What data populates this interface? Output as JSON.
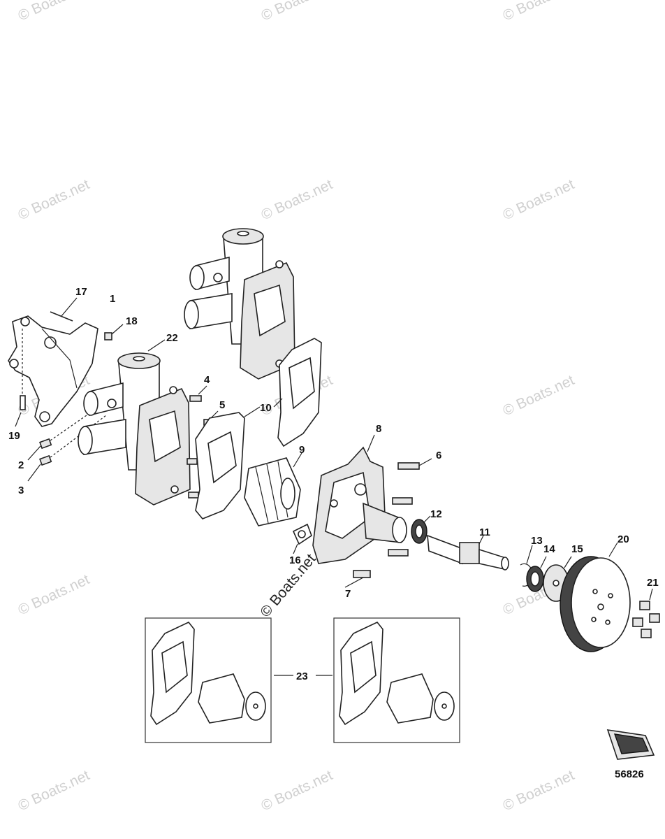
{
  "watermarks": {
    "text": "© Boats.net",
    "overlay_text": "© Boats.net"
  },
  "callouts": {
    "c1": "1",
    "c2": "2",
    "c3": "3",
    "c4": "4",
    "c5": "5",
    "c6": "6",
    "c7": "7",
    "c8": "8",
    "c9": "9",
    "c10": "10",
    "c11": "11",
    "c12": "12",
    "c13": "13",
    "c14": "14",
    "c15": "15",
    "c16": "16",
    "c17": "17",
    "c18": "18",
    "c19": "19",
    "c20": "20",
    "c21": "21",
    "c22": "22",
    "c23": "23"
  },
  "figure_number": "56826",
  "icons": {
    "boat": "boat-icon"
  }
}
